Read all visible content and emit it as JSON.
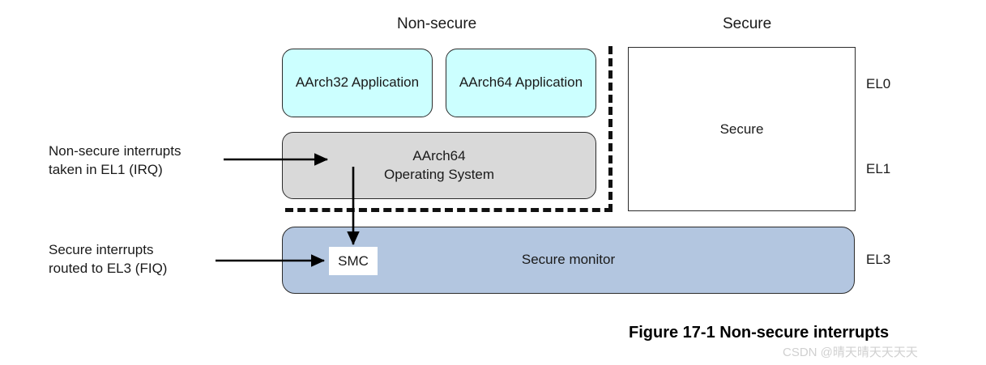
{
  "figure": {
    "caption": "Figure 17-1 Non-secure interrupts",
    "watermark": "CSDN @晴天晴天天天天"
  },
  "columns": {
    "non_secure_heading": "Non-secure",
    "secure_heading": "Secure"
  },
  "non_secure": {
    "app_aarch32": "AArch32 Application",
    "app_aarch64": "AArch64 Application",
    "operating_system": "AArch64\nOperating System"
  },
  "secure": {
    "world_label": "Secure"
  },
  "monitor": {
    "label": "Secure monitor",
    "smc_label": "SMC"
  },
  "exception_levels": {
    "el0": "EL0",
    "el1": "EL1",
    "el3": "EL3"
  },
  "annotations": {
    "non_secure_interrupts": "Non-secure interrupts\ntaken in EL1 (IRQ)",
    "secure_interrupts": "Secure interrupts\nrouted to EL3 (FIQ)"
  },
  "colors": {
    "application_fill": "#ccffff",
    "os_fill": "#d9d9d9",
    "monitor_fill": "#b3c6e0",
    "secure_fill": "#ffffff",
    "stroke": "#2b2b2b",
    "watermark": "#d0d0d0"
  }
}
